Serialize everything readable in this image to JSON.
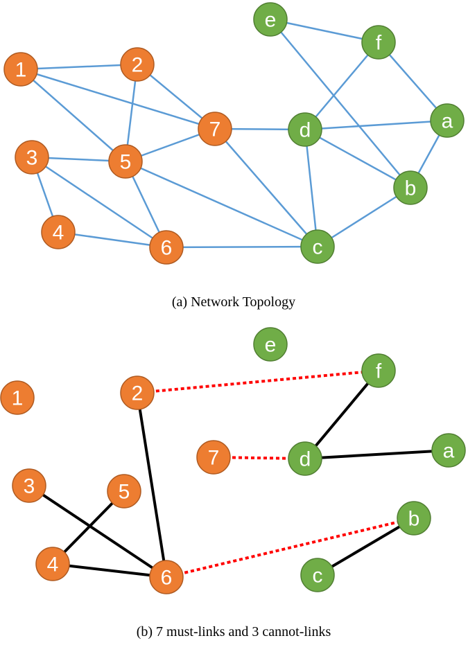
{
  "colors": {
    "orange_fill": "#ED7D31",
    "orange_stroke": "#AE5A21",
    "green_fill": "#70AD47",
    "green_stroke": "#507E32",
    "topology_edge": "#5B9BD5",
    "must_link": "#000000",
    "cannot_link": "#FF0000"
  },
  "panel_a": {
    "caption": "(a)  Network Topology",
    "nodes": [
      {
        "id": "1",
        "label": "1",
        "group": "orange"
      },
      {
        "id": "2",
        "label": "2",
        "group": "orange"
      },
      {
        "id": "3",
        "label": "3",
        "group": "orange"
      },
      {
        "id": "4",
        "label": "4",
        "group": "orange"
      },
      {
        "id": "5",
        "label": "5",
        "group": "orange"
      },
      {
        "id": "6",
        "label": "6",
        "group": "orange"
      },
      {
        "id": "7",
        "label": "7",
        "group": "orange"
      },
      {
        "id": "a",
        "label": "a",
        "group": "green"
      },
      {
        "id": "b",
        "label": "b",
        "group": "green"
      },
      {
        "id": "c",
        "label": "c",
        "group": "green"
      },
      {
        "id": "d",
        "label": "d",
        "group": "green"
      },
      {
        "id": "e",
        "label": "e",
        "group": "green"
      },
      {
        "id": "f",
        "label": "f",
        "group": "green"
      }
    ],
    "edges": [
      [
        "1",
        "2"
      ],
      [
        "1",
        "5"
      ],
      [
        "1",
        "7"
      ],
      [
        "2",
        "5"
      ],
      [
        "2",
        "7"
      ],
      [
        "3",
        "5"
      ],
      [
        "3",
        "4"
      ],
      [
        "3",
        "6"
      ],
      [
        "4",
        "6"
      ],
      [
        "5",
        "6"
      ],
      [
        "5",
        "7"
      ],
      [
        "5",
        "c"
      ],
      [
        "7",
        "d"
      ],
      [
        "7",
        "c"
      ],
      [
        "6",
        "c"
      ],
      [
        "d",
        "f"
      ],
      [
        "d",
        "a"
      ],
      [
        "d",
        "b"
      ],
      [
        "d",
        "c"
      ],
      [
        "e",
        "f"
      ],
      [
        "e",
        "b"
      ],
      [
        "f",
        "a"
      ],
      [
        "a",
        "b"
      ],
      [
        "b",
        "c"
      ]
    ]
  },
  "panel_b": {
    "caption": "(b) 7 must-links and 3 cannot-links",
    "nodes": [
      {
        "id": "1",
        "label": "1",
        "group": "orange"
      },
      {
        "id": "2",
        "label": "2",
        "group": "orange"
      },
      {
        "id": "3",
        "label": "3",
        "group": "orange"
      },
      {
        "id": "4",
        "label": "4",
        "group": "orange"
      },
      {
        "id": "5",
        "label": "5",
        "group": "orange"
      },
      {
        "id": "6",
        "label": "6",
        "group": "orange"
      },
      {
        "id": "7",
        "label": "7",
        "group": "orange"
      },
      {
        "id": "a",
        "label": "a",
        "group": "green"
      },
      {
        "id": "b",
        "label": "b",
        "group": "green"
      },
      {
        "id": "c",
        "label": "c",
        "group": "green"
      },
      {
        "id": "d",
        "label": "d",
        "group": "green"
      },
      {
        "id": "e",
        "label": "e",
        "group": "green"
      },
      {
        "id": "f",
        "label": "f",
        "group": "green"
      }
    ],
    "must_links": [
      [
        "2",
        "6"
      ],
      [
        "3",
        "6"
      ],
      [
        "4",
        "5"
      ],
      [
        "4",
        "6"
      ],
      [
        "f",
        "d"
      ],
      [
        "d",
        "a"
      ],
      [
        "b",
        "c"
      ]
    ],
    "cannot_links": [
      [
        "2",
        "f"
      ],
      [
        "7",
        "d"
      ],
      [
        "6",
        "b"
      ]
    ]
  }
}
